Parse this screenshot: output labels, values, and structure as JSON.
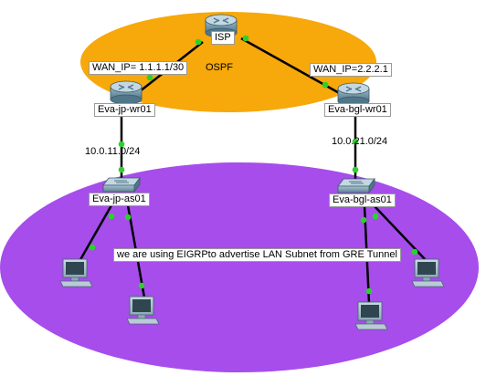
{
  "colors": {
    "wan_cloud": "#F7A80A",
    "lan_cloud": "#A64DEB",
    "link": "#000000",
    "link_dot": "#2BD12B",
    "device_body": "#6F96A8",
    "device_top": "#BCD3DE"
  },
  "devices": {
    "isp": {
      "label": "ISP",
      "icon": "router-icon"
    },
    "jp_router": {
      "label": "Eva-jp-wr01",
      "icon": "router-icon"
    },
    "bgl_router": {
      "label": "Eva-bgl-wr01",
      "icon": "router-icon"
    },
    "jp_switch": {
      "label": "Eva-jp-as01",
      "icon": "switch-icon"
    },
    "bgl_switch": {
      "label": "Eva-bgl-as01",
      "icon": "switch-icon"
    },
    "pcs": [
      {
        "icon": "pc-icon"
      },
      {
        "icon": "pc-icon"
      },
      {
        "icon": "pc-icon"
      },
      {
        "icon": "pc-icon"
      }
    ]
  },
  "annotations": {
    "wan_ip_jp": "WAN_IP= 1.1.1.1/30",
    "ospf": "OSPF",
    "wan_ip_bgl": "WAN_IP=2.2.2.1",
    "lan_jp": "10.0.11.0/24",
    "lan_bgl": "10.0.21.0/24",
    "note": "we are using EIGRPto advertise LAN Subnet from GRE Tunnel"
  }
}
